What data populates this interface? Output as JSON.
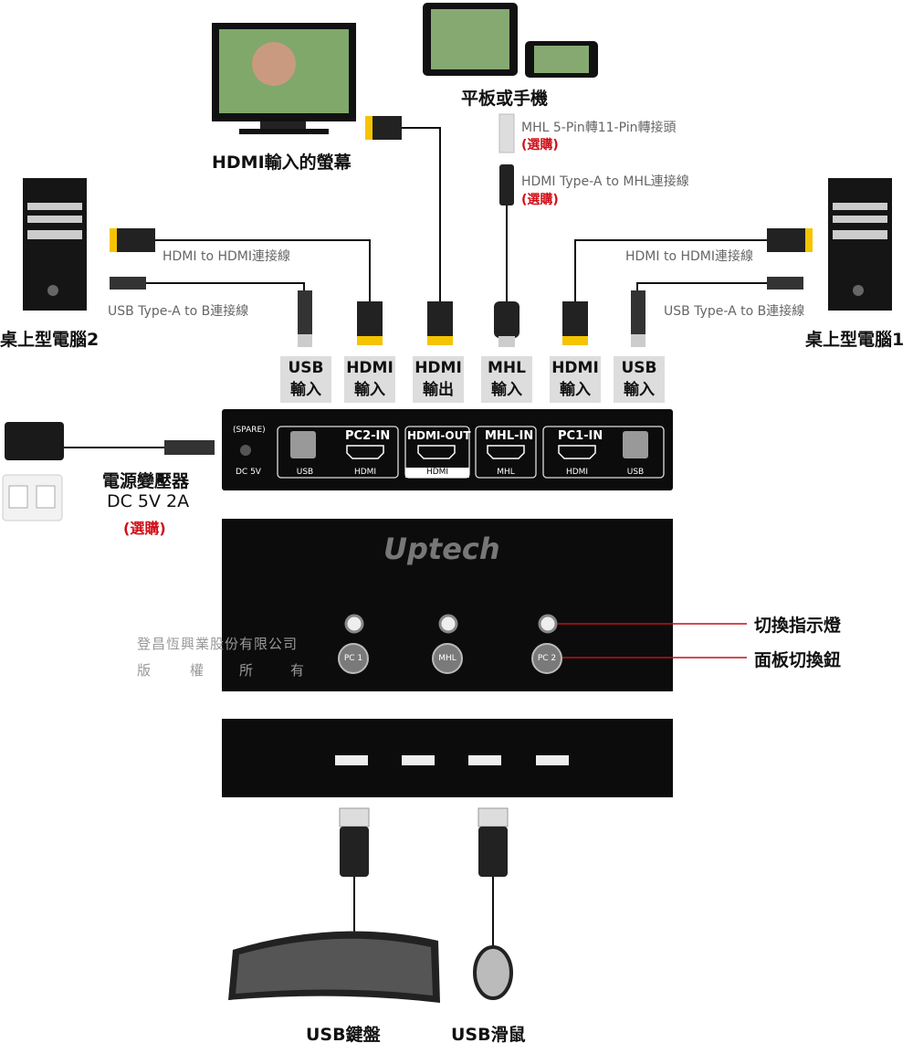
{
  "devices": {
    "monitor": "HDMI輸入的螢幕",
    "tablet": "平板或手機",
    "pc2": "桌上型電腦2",
    "pc1": "桌上型電腦1",
    "keyboard": "USB鍵盤",
    "mouse": "USB滑鼠"
  },
  "cables": {
    "mhl_adapter": "MHL 5-Pin轉11-Pin轉接頭",
    "mhl_adapter_optional": "(選購)",
    "mhl_cable": "HDMI Type-A to MHL連接線",
    "mhl_cable_optional": "(選購)",
    "hdmi_left": "HDMI to HDMI連接線",
    "usb_left": "USB Type-A to B連接線",
    "hdmi_right": "HDMI to HDMI連接線",
    "usb_right": "USB Type-A to B連接線"
  },
  "port_labels": [
    {
      "l1": "USB",
      "l2": "輸入"
    },
    {
      "l1": "HDMI",
      "l2": "輸入"
    },
    {
      "l1": "HDMI",
      "l2": "輸出"
    },
    {
      "l1": "MHL",
      "l2": "輸入"
    },
    {
      "l1": "HDMI",
      "l2": "輸入"
    },
    {
      "l1": "USB",
      "l2": "輸入"
    }
  ],
  "back_panel": {
    "spare": "(SPARE)",
    "dc": "DC 5V",
    "pc2_in": "PC2-IN",
    "hdmi_out": "HDMI-OUT",
    "mhl_in": "MHL-IN",
    "pc1_in": "PC1-IN",
    "sub": [
      "USB",
      "HDMI",
      "HDMI",
      "MHL",
      "HDMI",
      "USB"
    ]
  },
  "power": {
    "l1": "電源變壓器",
    "l2": "DC 5V 2A",
    "l3": "(選購)"
  },
  "front_panel": {
    "brand": "Uptech",
    "buttons": [
      "PC 1",
      "MHL",
      "PC 2"
    ],
    "led_label": "切換指示燈",
    "button_label": "面板切換鈕",
    "company": "登昌恆興業股份有限公司",
    "copyright": [
      "版",
      "權",
      "所",
      "有"
    ]
  },
  "colors": {
    "accent_red": "#d0101a",
    "hdmi_yellow": "#f5c400",
    "panel": "#0c0c0c"
  }
}
